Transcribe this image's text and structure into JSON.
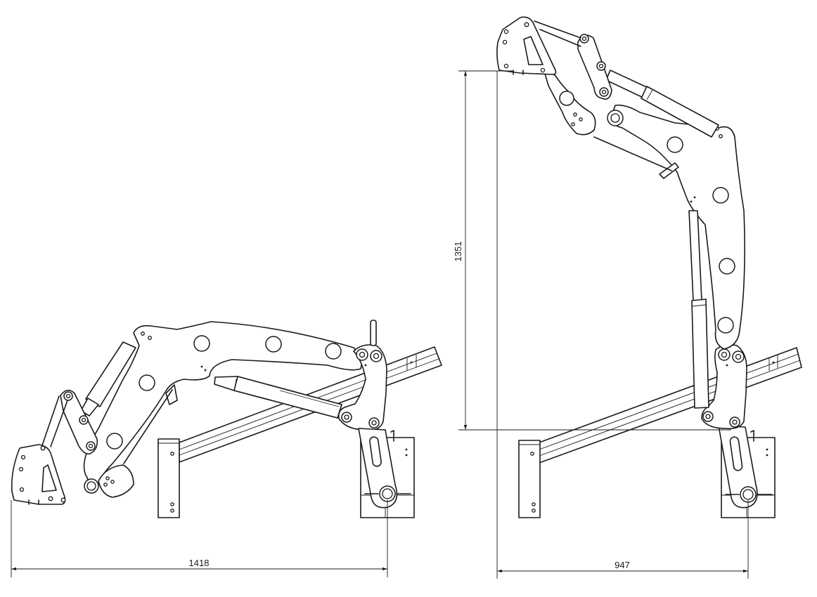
{
  "drawing": {
    "left_view": {
      "width_dimension": "1418"
    },
    "right_view": {
      "height_dimension": "1351",
      "width_dimension": "947"
    }
  },
  "colors": {
    "line": "#1a1a1a",
    "background": "#ffffff"
  }
}
